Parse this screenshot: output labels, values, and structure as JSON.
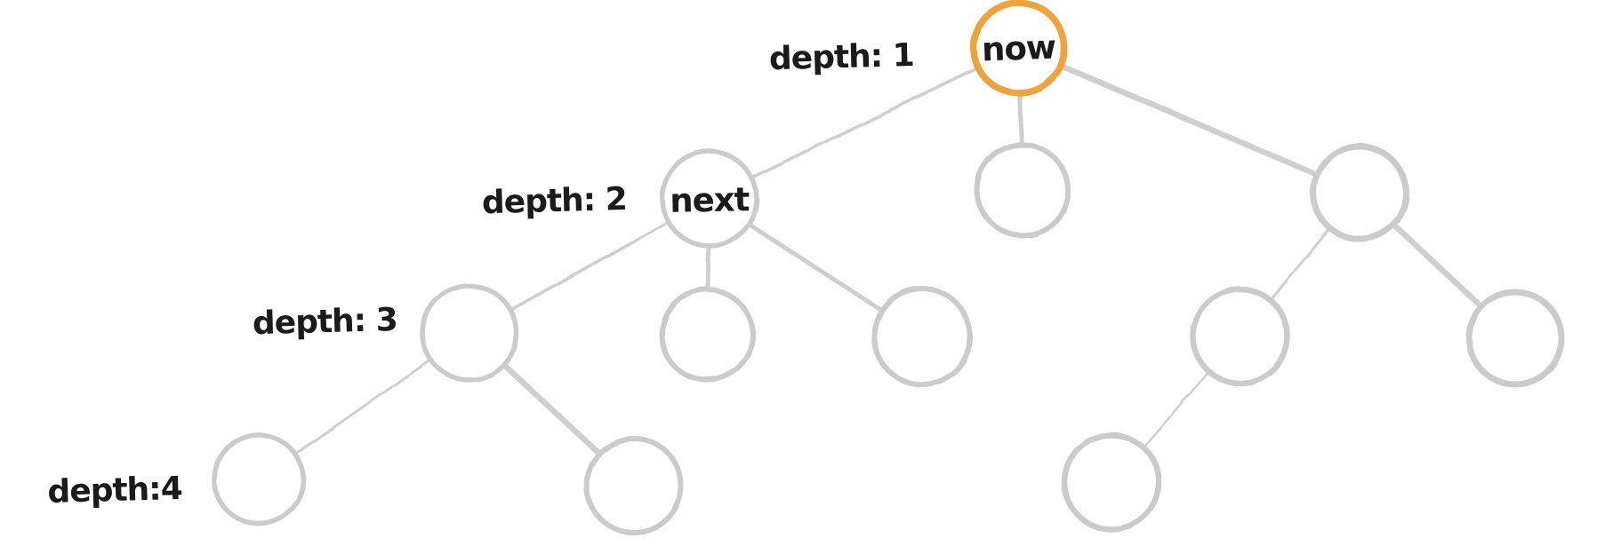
{
  "diagram": {
    "type": "tree",
    "background": "#ffffff",
    "colors": {
      "highlight_ring": "#f0a23b",
      "node_ring": "#cbcbcb",
      "edge": "#cfcfcf",
      "text": "#1b1b1b"
    },
    "depth_labels": [
      {
        "depth": 1,
        "label": "depth: 1"
      },
      {
        "depth": 2,
        "label": "depth: 2"
      },
      {
        "depth": 3,
        "label": "depth: 3"
      },
      {
        "depth": 4,
        "label": "depth:4"
      }
    ],
    "nodes": [
      {
        "id": "now",
        "label": "now",
        "depth": 1,
        "highlighted": true
      },
      {
        "id": "next",
        "label": "next",
        "depth": 2,
        "highlighted": false
      },
      {
        "id": "d2-middle",
        "label": "",
        "depth": 2,
        "highlighted": false
      },
      {
        "id": "d2-right",
        "label": "",
        "depth": 2,
        "highlighted": false
      },
      {
        "id": "d3-1",
        "label": "",
        "depth": 3,
        "highlighted": false
      },
      {
        "id": "d3-2",
        "label": "",
        "depth": 3,
        "highlighted": false
      },
      {
        "id": "d3-3",
        "label": "",
        "depth": 3,
        "highlighted": false
      },
      {
        "id": "d3-4",
        "label": "",
        "depth": 3,
        "highlighted": false
      },
      {
        "id": "d3-5",
        "label": "",
        "depth": 3,
        "highlighted": false
      },
      {
        "id": "d4-1",
        "label": "",
        "depth": 4,
        "highlighted": false
      },
      {
        "id": "d4-2",
        "label": "",
        "depth": 4,
        "highlighted": false
      },
      {
        "id": "d4-3",
        "label": "",
        "depth": 4,
        "highlighted": false
      }
    ],
    "edges": [
      {
        "from": "now",
        "to": "next"
      },
      {
        "from": "now",
        "to": "d2-middle"
      },
      {
        "from": "now",
        "to": "d2-right"
      },
      {
        "from": "next",
        "to": "d3-1"
      },
      {
        "from": "next",
        "to": "d3-2"
      },
      {
        "from": "next",
        "to": "d3-3"
      },
      {
        "from": "d2-right",
        "to": "d3-4"
      },
      {
        "from": "d2-right",
        "to": "d3-5"
      },
      {
        "from": "d3-1",
        "to": "d4-1"
      },
      {
        "from": "d3-1",
        "to": "d4-2"
      },
      {
        "from": "d3-4",
        "to": "d4-3"
      }
    ]
  }
}
